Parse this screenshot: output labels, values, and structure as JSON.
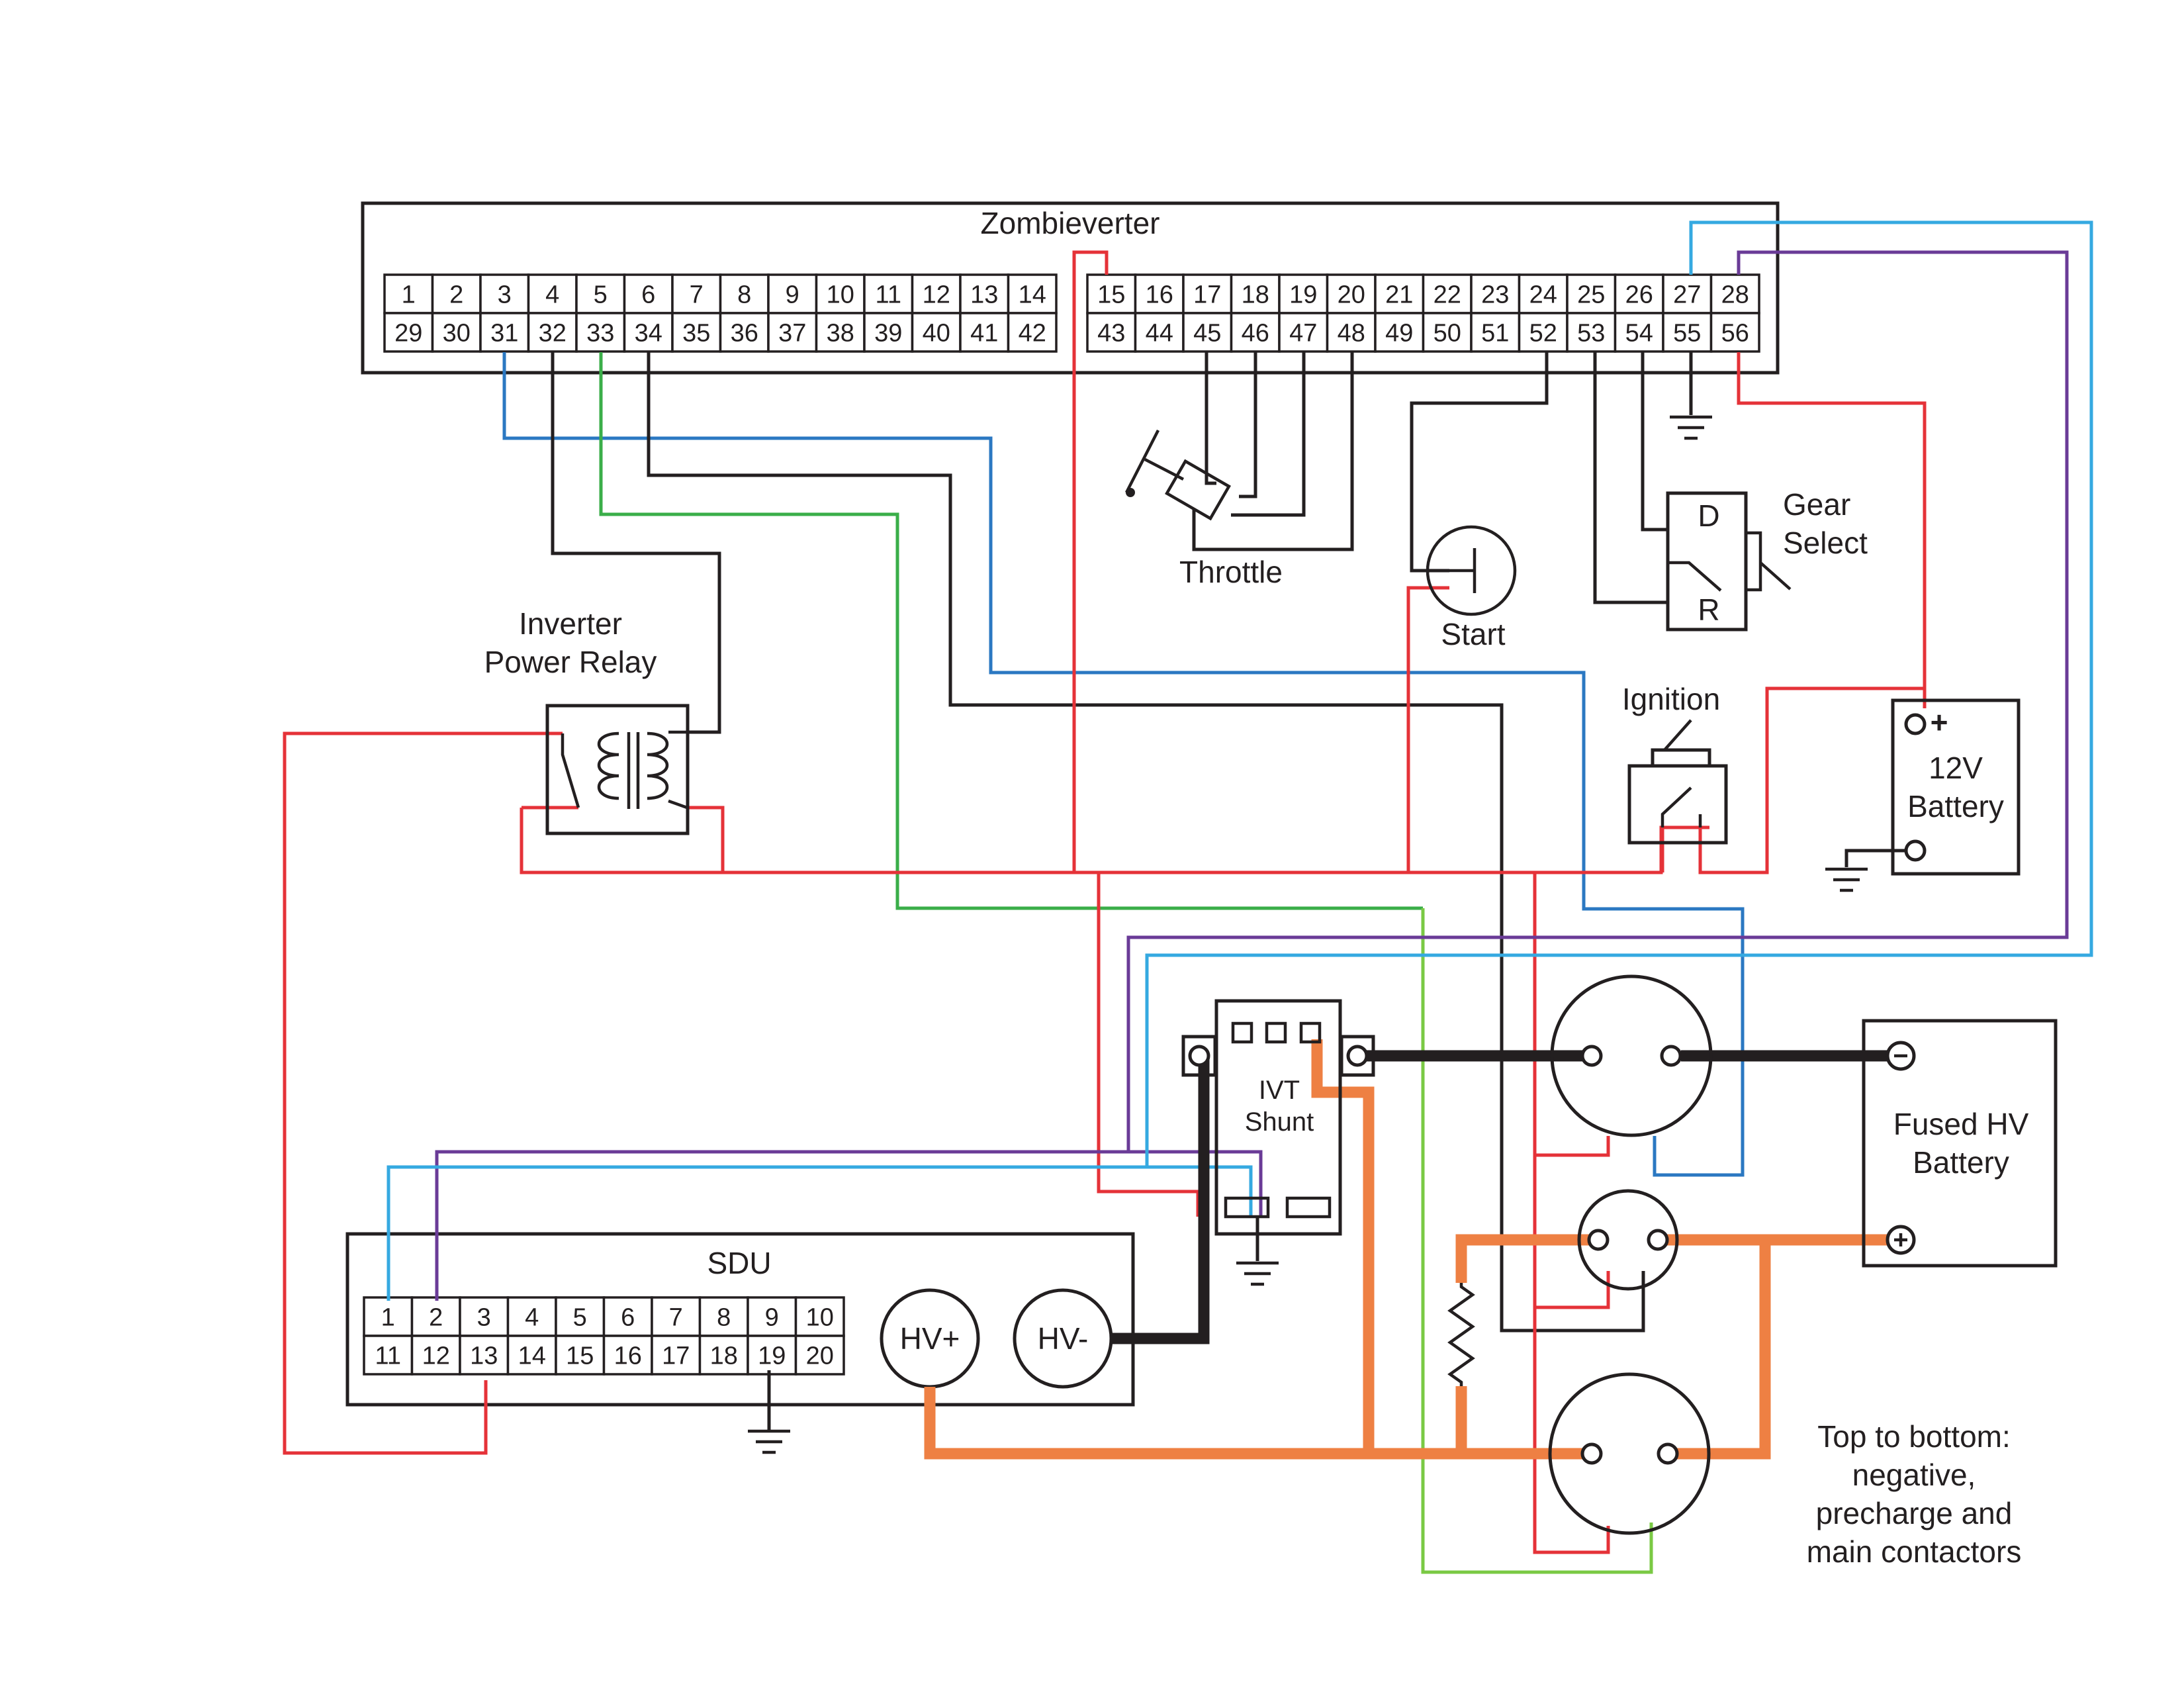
{
  "zombieverter": {
    "title": "Zombieverter",
    "left_top": [
      "1",
      "2",
      "3",
      "4",
      "5",
      "6",
      "7",
      "8",
      "9",
      "10",
      "11",
      "12",
      "13",
      "14"
    ],
    "left_bottom": [
      "29",
      "30",
      "31",
      "32",
      "33",
      "34",
      "35",
      "36",
      "37",
      "38",
      "39",
      "40",
      "41",
      "42"
    ],
    "right_top": [
      "15",
      "16",
      "17",
      "18",
      "19",
      "20",
      "21",
      "22",
      "23",
      "24",
      "25",
      "26",
      "27",
      "28"
    ],
    "right_bottom": [
      "43",
      "44",
      "45",
      "46",
      "47",
      "48",
      "49",
      "50",
      "51",
      "52",
      "53",
      "54",
      "55",
      "56"
    ]
  },
  "sdu": {
    "title": "SDU",
    "top": [
      "1",
      "2",
      "3",
      "4",
      "5",
      "6",
      "7",
      "8",
      "9",
      "10"
    ],
    "bottom": [
      "11",
      "12",
      "13",
      "14",
      "15",
      "16",
      "17",
      "18",
      "19",
      "20"
    ],
    "hv_plus": "HV+",
    "hv_minus": "HV-"
  },
  "labels": {
    "relay_line1": "Inverter",
    "relay_line2": "Power Relay",
    "throttle": "Throttle",
    "start": "Start",
    "gear_line1": "Gear",
    "gear_line2": "Select",
    "gear_d": "D",
    "gear_r": "R",
    "ignition": "Ignition",
    "battery12_line1": "12V",
    "battery12_line2": "Battery",
    "shunt_line1": "IVT",
    "shunt_line2": "Shunt",
    "hvbatt_line1": "Fused HV",
    "hvbatt_line2": "Battery",
    "note_line1": "Top to bottom:",
    "note_line2": "negative,",
    "note_line3": "precharge and",
    "note_line4": "main contactors"
  },
  "wire_colors": {
    "ground_signal": "#231f20",
    "power_12v": "#e53238",
    "blue": "#2b78c2",
    "green": "#3aae49",
    "light_green": "#7ac944",
    "purple": "#6a3b97",
    "cyan": "#35a9e1",
    "high_voltage": "#ee8043"
  }
}
